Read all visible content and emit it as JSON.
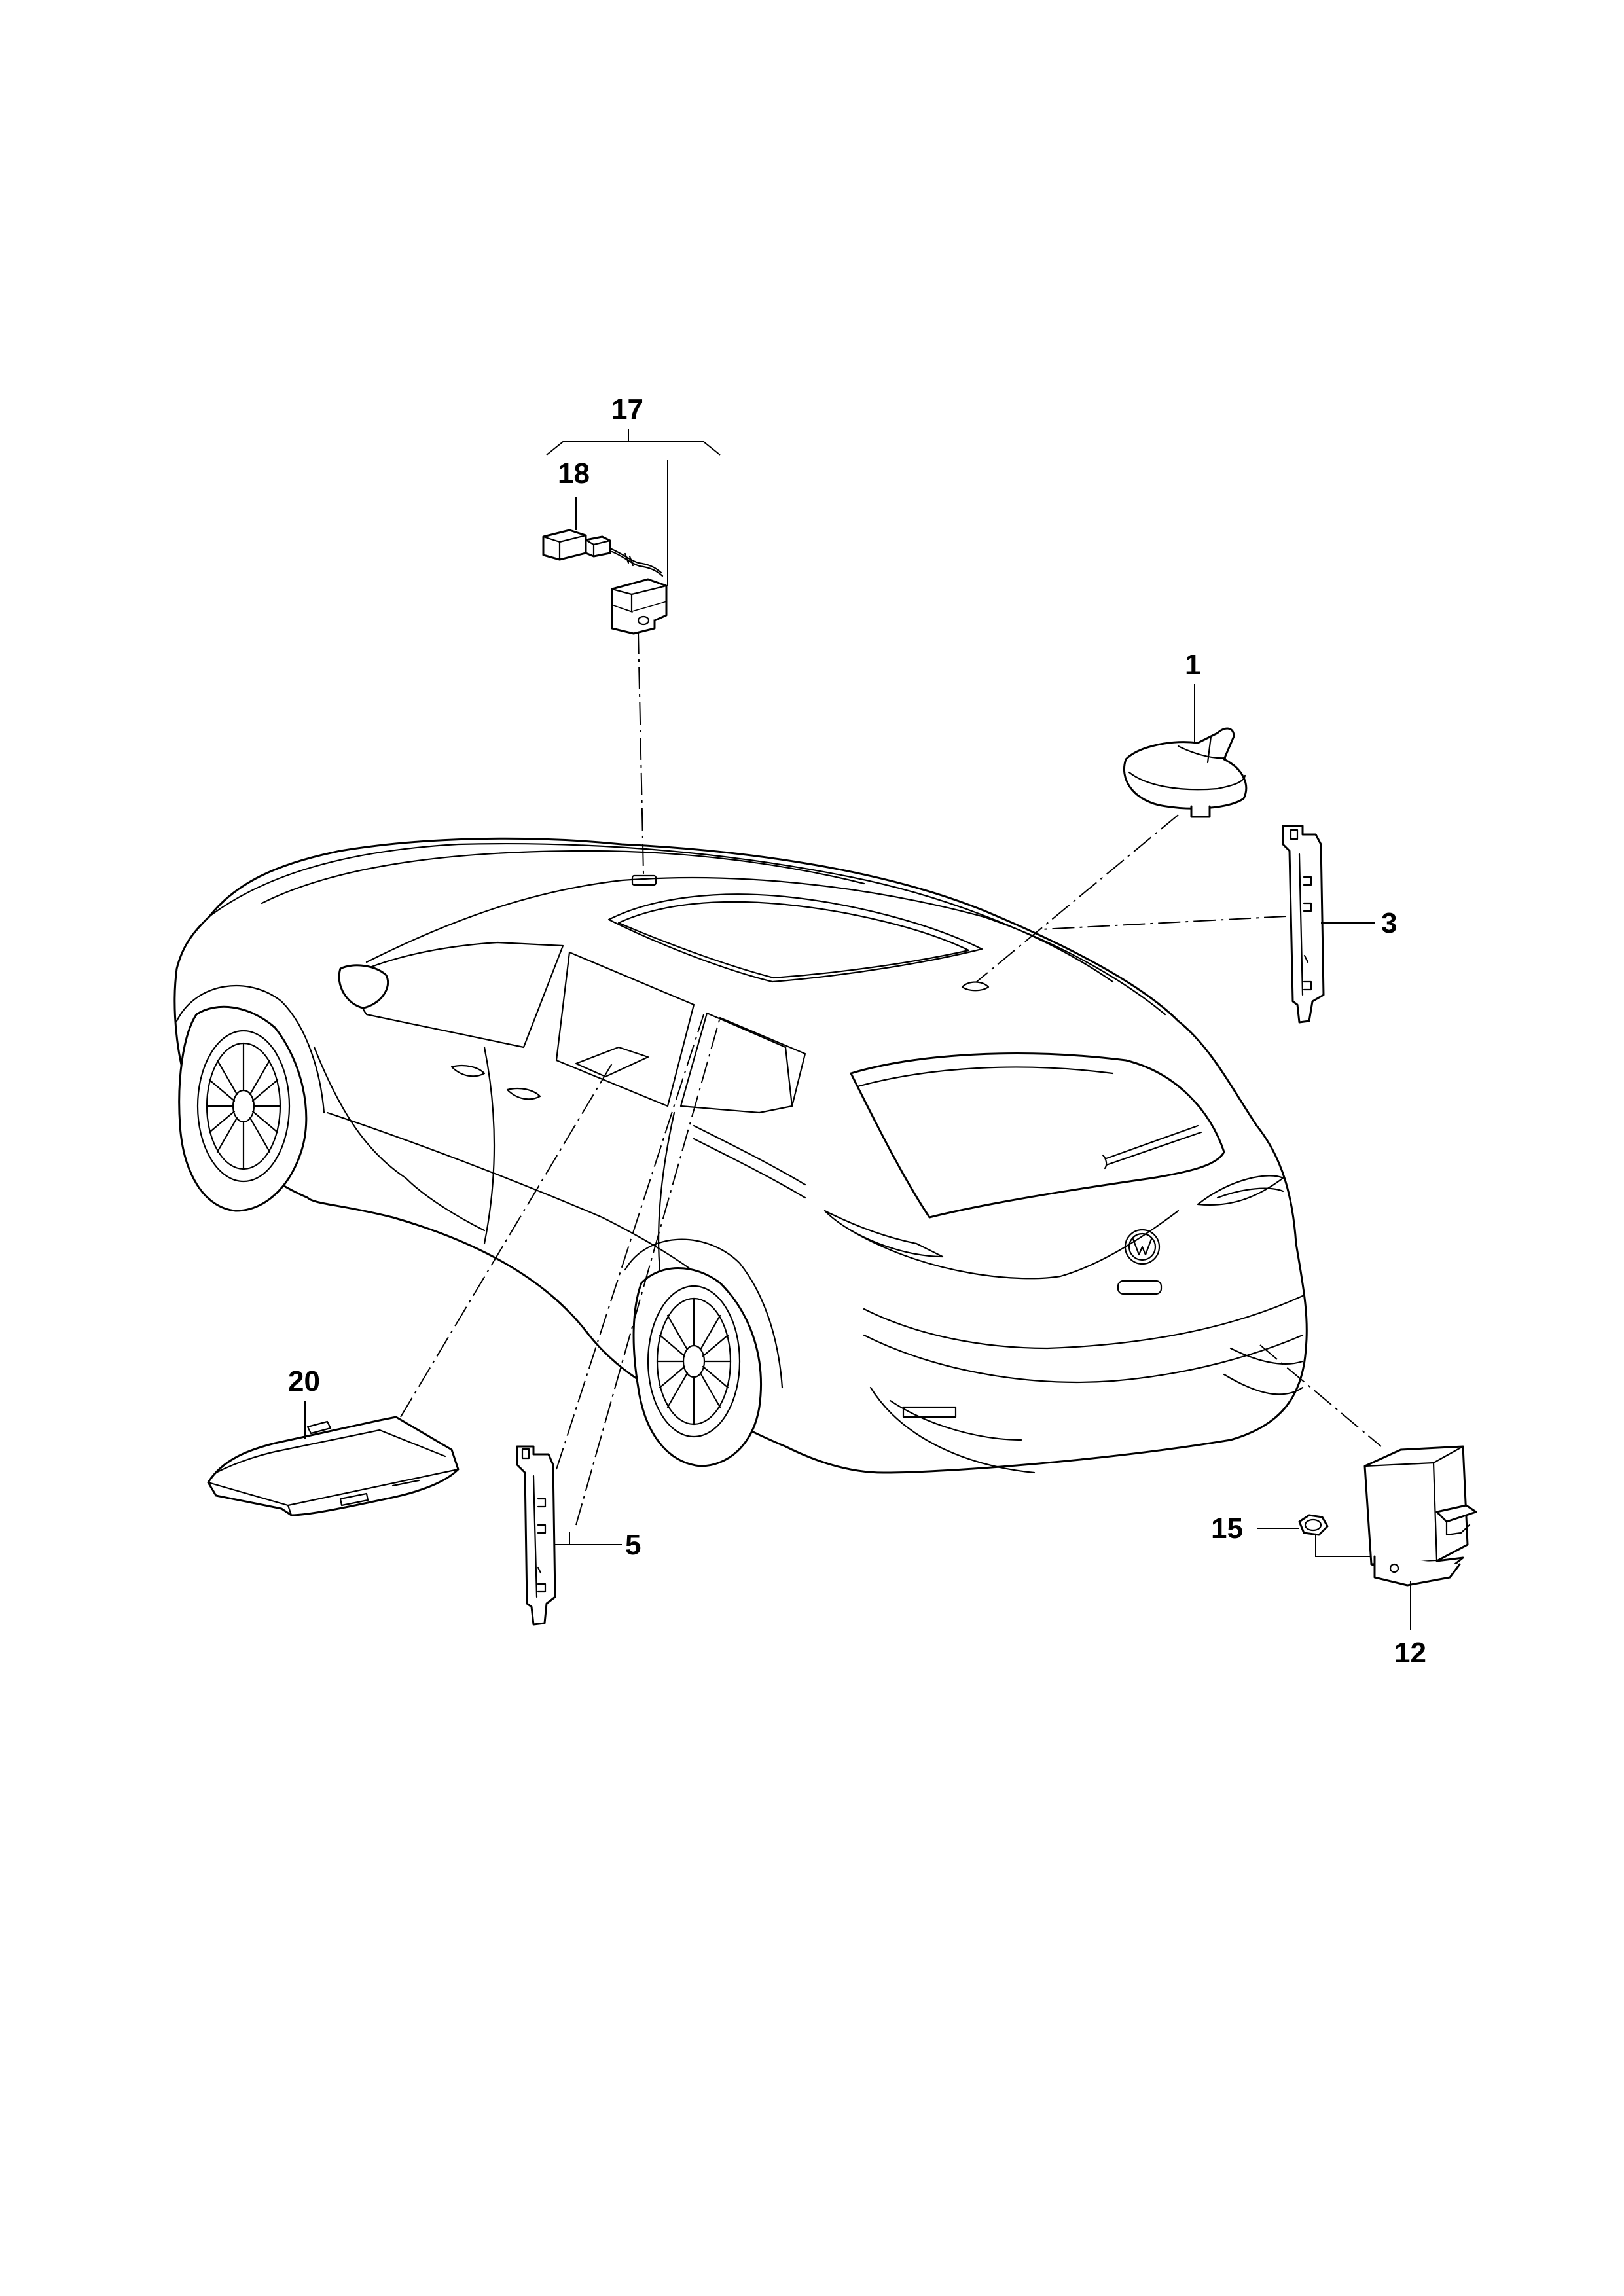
{
  "callouts": {
    "c1": "1",
    "c3": "3",
    "c5": "5",
    "c12": "12",
    "c15": "15",
    "c17": "17",
    "c18": "18",
    "c20": "20"
  },
  "colors": {
    "line": "#000000",
    "background": "#ffffff"
  }
}
